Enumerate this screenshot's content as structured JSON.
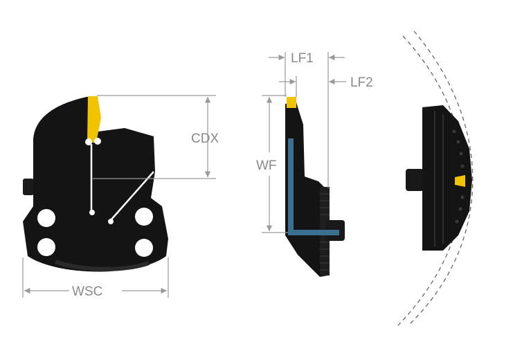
{
  "labels": {
    "lf1": "LF1",
    "lf2": "LF2",
    "cdx": "CDX",
    "wf": "WF",
    "wsc": "WSC"
  },
  "colors": {
    "body": "#141414",
    "insert": "#f2c300",
    "blade": "#3b6e8f",
    "dimension": "#9a9a9a",
    "coolant": "#ffffff"
  },
  "icons": [
    "front-view",
    "side-view",
    "edge-view"
  ]
}
